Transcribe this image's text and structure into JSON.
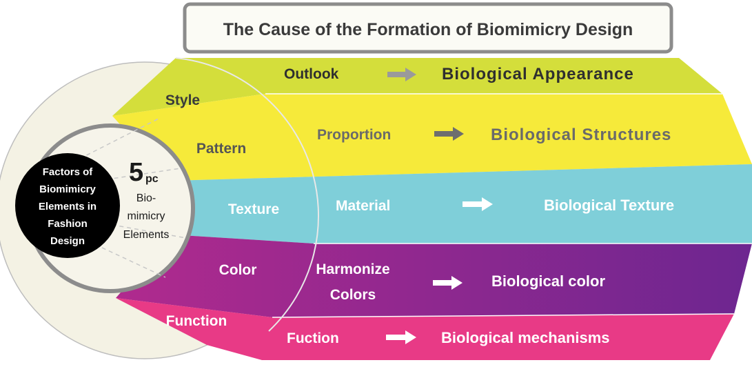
{
  "title": "The Cause of the Formation of Biomimicry Design",
  "core": {
    "lines": [
      "Factors of",
      "Biomimicry",
      "Elements in",
      "Fashion",
      "Design"
    ]
  },
  "mid": {
    "number": "5",
    "unit": "pc",
    "lines": [
      "Bio-",
      "mimicry",
      "Elements"
    ]
  },
  "bands": [
    {
      "element": "Style",
      "left": "Outlook",
      "right": "Biological Appearance",
      "color": "#d4de3b",
      "arrow_color": "#9a9a9a"
    },
    {
      "element": "Pattern",
      "left": "Proportion",
      "right": "Biological Structures",
      "color": "#f6ea3a",
      "arrow_color": "#6e6e6e"
    },
    {
      "element": "Texture",
      "left": "Material",
      "right": "Biological Texture",
      "color": "#7fcfd9",
      "arrow_color": "#ffffff"
    },
    {
      "element": "Color",
      "left_lines": [
        "Harmonize",
        "Colors"
      ],
      "right": "Biological color",
      "color": "#8a1f8f",
      "arrow_color": "#ffffff"
    },
    {
      "element": "Function",
      "left": "Fuction",
      "right": "Biological mechanisms",
      "color": "#e83a86",
      "arrow_color": "#ffffff"
    }
  ],
  "colors": {
    "core": "#000000",
    "mid_fill": "#f6f4ea",
    "title_border": "#8c8c8c",
    "title_fill": "#fbfbf5"
  }
}
